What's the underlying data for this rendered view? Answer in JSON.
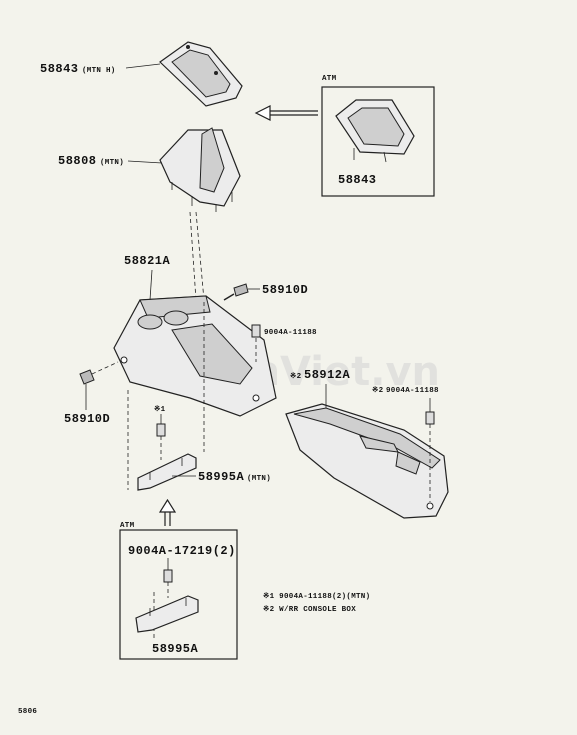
{
  "labels": {
    "p58843_mtn": "58843",
    "p58843_mtn_note": "(MTN  H)",
    "atm_top": "ATM",
    "p58843_atm": "58843",
    "p58808": "58808",
    "p58808_note": "(MTN)",
    "p58821a": "58821A",
    "p58910d_top": "58910D",
    "p9004a_11188_a": "9004A-11188",
    "p58912a": "58912A",
    "mark2_a": "※2",
    "mark2_b": "※2",
    "p9004a_11188_b": "9004A-11188",
    "p58910d_left": "58910D",
    "mark1": "※1",
    "p58995a_mtn": "58995A",
    "p58995a_mtn_note": "(MTN)",
    "atm_bottom": "ATM",
    "p9004a_17219": "9004A-17219(2)",
    "p58995a_atm": "58995A",
    "note1": "※1  9004A-11188(2)(MTN)",
    "note2": "※2  W/RR CONSOLE BOX",
    "page_number": "5806"
  },
  "watermark": "SedanViet.vn"
}
